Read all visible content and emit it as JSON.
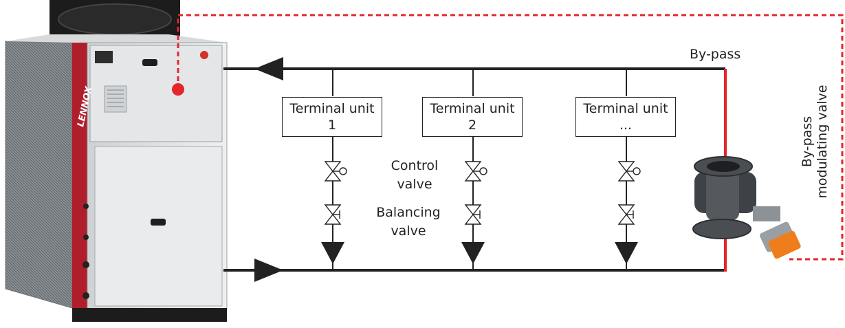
{
  "brand": {
    "logo_text": "LENNOX",
    "accent_color": "#b01e2b"
  },
  "labels": {
    "bypass": "By-pass",
    "control_valve_line1": "Control",
    "control_valve_line2": "valve",
    "balancing_valve_line1": "Balancing",
    "balancing_valve_line2": "valve",
    "bypass_valve_line1": "By-pass",
    "bypass_valve_line2": "modulating valve"
  },
  "terminal_units": [
    {
      "line1": "Terminal unit",
      "line2": "1"
    },
    {
      "line1": "Terminal unit",
      "line2": "2"
    },
    {
      "line1": "Terminal unit",
      "line2": "..."
    }
  ],
  "colors": {
    "pipe": "#222222",
    "bypass_pipe": "#e3262c",
    "signal_line": "#e3262c",
    "actuator": "#f07d1b"
  }
}
